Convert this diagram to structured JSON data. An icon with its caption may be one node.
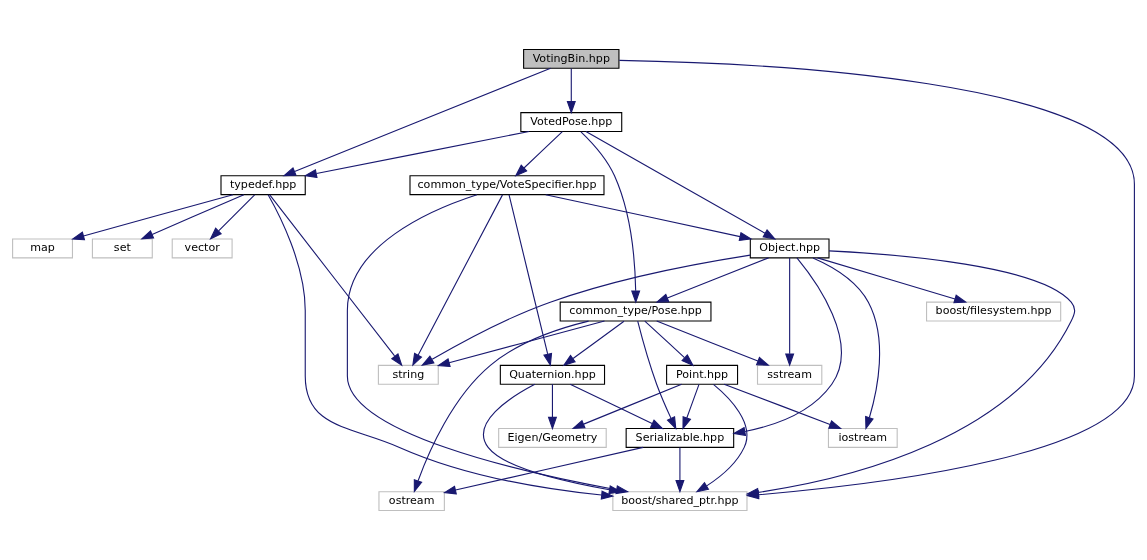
{
  "diagram": {
    "nodes": [
      {
        "text": [
          "VotingBin.hpp"
        ]
      },
      {
        "text": [
          "VotedPose.hpp"
        ]
      },
      {
        "text": [
          "typedef.hpp"
        ]
      },
      {
        "text": [
          "common_type/VoteSpecifier.hpp"
        ]
      },
      {
        "text": [
          "map"
        ]
      },
      {
        "text": [
          "set"
        ]
      },
      {
        "text": [
          "vector"
        ]
      },
      {
        "text": [
          "Object.hpp"
        ]
      },
      {
        "text": [
          "common_type/Pose.hpp"
        ]
      },
      {
        "text": [
          "boost/filesystem.hpp"
        ]
      },
      {
        "text": [
          "string"
        ]
      },
      {
        "text": [
          "Quaternion.hpp"
        ]
      },
      {
        "text": [
          "Point.hpp"
        ]
      },
      {
        "text": [
          "sstream"
        ]
      },
      {
        "text": [
          "Eigen/Geometry"
        ]
      },
      {
        "text": [
          "Serializable.hpp"
        ]
      },
      {
        "text": [
          "iostream"
        ]
      },
      {
        "text": [
          "boost/shared_ptr.hpp"
        ]
      },
      {
        "text": [
          "ostream"
        ]
      }
    ],
    "edges": [
      {
        "from": 0,
        "to": 1,
        "arrow": "to"
      },
      {
        "from": 0,
        "to": 2,
        "arrow": "to"
      },
      {
        "from": 0,
        "to": 17,
        "arrow": "to"
      },
      {
        "from": 1,
        "to": 2,
        "arrow": "to"
      },
      {
        "from": 1,
        "to": 3,
        "arrow": "to"
      },
      {
        "from": 1,
        "to": 7,
        "arrow": "to"
      },
      {
        "from": 1,
        "to": 8,
        "arrow": "to"
      },
      {
        "from": 2,
        "to": 4,
        "arrow": "to"
      },
      {
        "from": 2,
        "to": 5,
        "arrow": "to"
      },
      {
        "from": 2,
        "to": 6,
        "arrow": "to"
      },
      {
        "from": 2,
        "to": 10,
        "arrow": "to"
      },
      {
        "from": 2,
        "to": 17,
        "arrow": "to"
      },
      {
        "from": 3,
        "to": 7,
        "arrow": "to"
      },
      {
        "from": 3,
        "to": 10,
        "arrow": "to"
      },
      {
        "from": 3,
        "to": 11,
        "arrow": "to"
      },
      {
        "from": 3,
        "to": 17,
        "arrow": "to"
      },
      {
        "from": 7,
        "to": 8,
        "arrow": "to"
      },
      {
        "from": 7,
        "to": 9,
        "arrow": "to"
      },
      {
        "from": 7,
        "to": 10,
        "arrow": "to"
      },
      {
        "from": 7,
        "to": 17,
        "arrow": "to"
      },
      {
        "from": 7,
        "to": 13,
        "arrow": "to"
      },
      {
        "from": 7,
        "to": 15,
        "arrow": "to"
      },
      {
        "from": 7,
        "to": 16,
        "arrow": "to"
      },
      {
        "from": 8,
        "to": 10,
        "arrow": "to"
      },
      {
        "from": 8,
        "to": 11,
        "arrow": "to"
      },
      {
        "from": 8,
        "to": 12,
        "arrow": "to"
      },
      {
        "from": 8,
        "to": 15,
        "arrow": "to"
      },
      {
        "from": 8,
        "to": 13,
        "arrow": "to"
      },
      {
        "from": 8,
        "to": 18,
        "arrow": "to"
      },
      {
        "from": 11,
        "to": 14,
        "arrow": "to"
      },
      {
        "from": 11,
        "to": 15,
        "arrow": "to"
      },
      {
        "from": 11,
        "to": 17,
        "arrow": "to"
      },
      {
        "from": 12,
        "to": 14,
        "arrow": "to"
      },
      {
        "from": 12,
        "to": 15,
        "arrow": "to"
      },
      {
        "from": 12,
        "to": 16,
        "arrow": "to"
      },
      {
        "from": 12,
        "to": 17,
        "arrow": "to"
      },
      {
        "from": 15,
        "to": 17,
        "arrow": "to"
      },
      {
        "from": 15,
        "to": 18,
        "arrow": "to"
      }
    ]
  }
}
